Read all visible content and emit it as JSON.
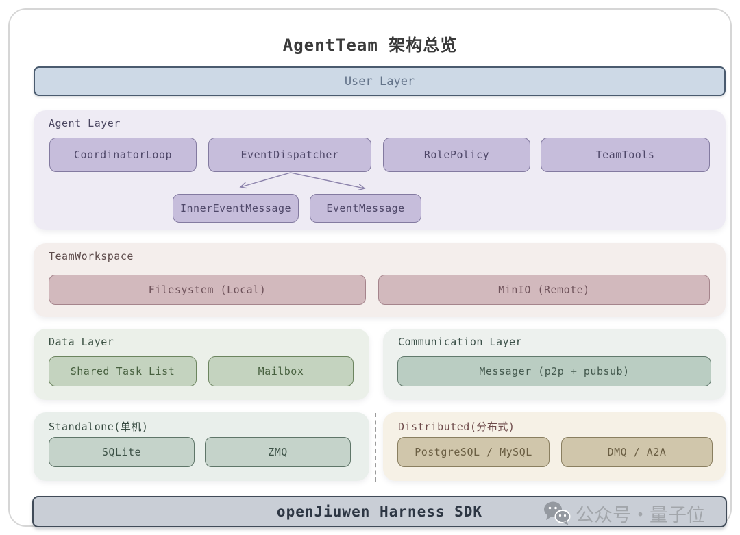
{
  "title": "AgentTeam 架构总览",
  "layers": {
    "user": {
      "label": "User Layer"
    },
    "agent": {
      "label": "Agent Layer",
      "boxes": [
        "CoordinatorLoop",
        "EventDispatcher",
        "RolePolicy",
        "TeamTools"
      ],
      "messages": [
        "InnerEventMessage",
        "EventMessage"
      ],
      "edges": [
        {
          "from": "EventDispatcher",
          "to": "InnerEventMessage"
        },
        {
          "from": "EventDispatcher",
          "to": "EventMessage"
        }
      ]
    },
    "workspace": {
      "label": "TeamWorkspace",
      "boxes": [
        "Filesystem (Local)",
        "MinIO (Remote)"
      ]
    },
    "data": {
      "label": "Data Layer",
      "boxes": [
        "Shared Task List",
        "Mailbox"
      ]
    },
    "communication": {
      "label": "Communication Layer",
      "boxes": [
        "Messager (p2p + pubsub)"
      ]
    },
    "standalone": {
      "label": "Standalone(单机)",
      "boxes": [
        "SQLite",
        "ZMQ"
      ]
    },
    "distributed": {
      "label": "Distributed(分布式)",
      "boxes": [
        "PostgreSQL / MySQL",
        "DMQ / A2A"
      ]
    },
    "sdk": {
      "label": "openJiuwen Harness SDK"
    }
  },
  "watermark": {
    "icon": "wechat-icon",
    "text": "公众号・量子位"
  },
  "colors": {
    "user_fill": "#cdd9e6",
    "user_border": "#4a5b6f",
    "agent_container": "#eeebf4",
    "agent_box_fill": "#c6bddb",
    "agent_box_border": "#837aa0",
    "workspace_container": "#f4eeec",
    "workspace_box_fill": "#d2b9bd",
    "workspace_box_border": "#a5848c",
    "data_container": "#ebf0e9",
    "data_box_fill": "#c4d3bf",
    "data_box_border": "#6c855f",
    "comm_container": "#edf1ee",
    "comm_box_fill": "#bacdc2",
    "comm_box_border": "#627a6d",
    "standalone_container": "#e9efeb",
    "standalone_box_fill": "#c5d3ca",
    "standalone_box_border": "#5f7669",
    "distributed_container": "#f6f1e6",
    "distributed_box_fill": "#d0c6ab",
    "distributed_box_border": "#8a7f60",
    "sdk_fill": "#c9ced6",
    "sdk_border": "#404b58",
    "arrow": "#8b82ab",
    "watermark": "#a2a6ab"
  }
}
